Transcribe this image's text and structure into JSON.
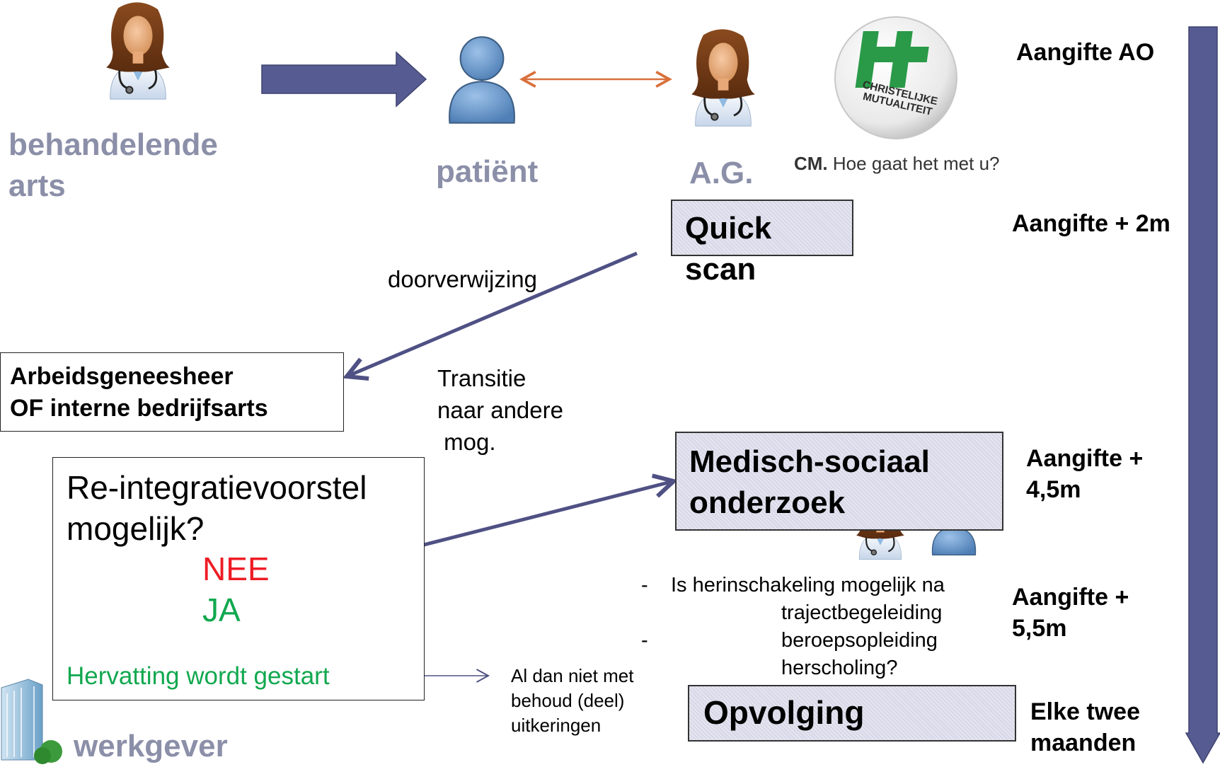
{
  "roles": {
    "treating_doctor": "behandelende\narts",
    "patient": "patiënt",
    "ag": "A.G.",
    "employer": "werkgever"
  },
  "logo": {
    "name": "CM",
    "text": "CHRISTELIJKE\nMUTUALITEIT",
    "tagline_bold": "CM.",
    "tagline": "Hoe gaat het met u?"
  },
  "steps": {
    "quick_scan": "Quick\nscan",
    "medical_social": "Medisch-sociaal\nonderzoek",
    "follow_up": "Opvolging",
    "occupational_physician": "Arbeidsgeneesheer\nOF interne bedrijfsarts",
    "reintegration_question": "Re-integratievoorstel\nmogelijk?",
    "answer_no": "NEE",
    "answer_yes": "JA",
    "resume": "Hervatting wordt gestart"
  },
  "annotations": {
    "referral": "doorverwijzing",
    "transition": "Transitie\nnaar andere\n mog.",
    "benefits": "Al dan niet met\nbehoud (deel)\nuitkeringen",
    "reintegration_q1": "Is herinschakeling mogelijk na",
    "reintegration_q2": "trajectbegeleiding",
    "reintegration_q3": "beroepsopleiding",
    "reintegration_q4": "herscholing?",
    "dash": "-"
  },
  "timeline": {
    "t0": "Aangifte AO",
    "t1": "Aangifte + 2m",
    "t2": "Aangifte +\n4,5m",
    "t3": "Aangifte +\n5,5m",
    "t4": "Elke twee\nmaanden"
  },
  "colors": {
    "arrow_navy": "#4f5184",
    "timeline_arrow": "#565b91",
    "role_grey": "#8b8fa8",
    "exchange_arrow": "#d9703b",
    "box_fill": "#d9d9e9",
    "logo_green": "#2a9a48",
    "person_blue": "#6f9fd2"
  }
}
